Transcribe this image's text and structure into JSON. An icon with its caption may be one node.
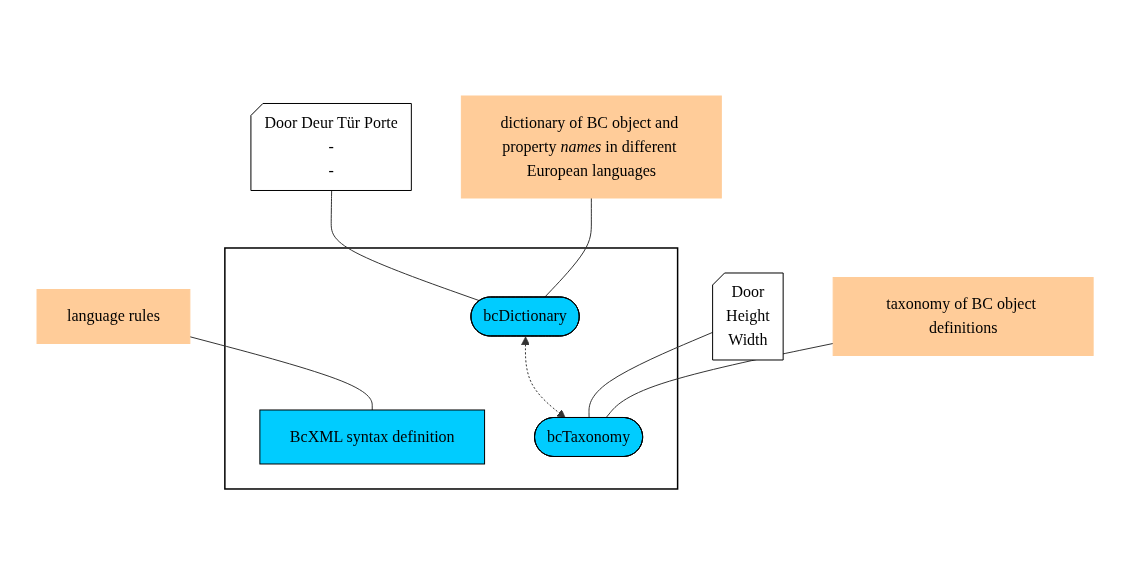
{
  "diagram": {
    "nodes": [
      {
        "text": [],
        "shape": "box"
      },
      {
        "text": [
          "dictionary of BC object and property *names* in different European languages"
        ]
      },
      {
        "text": [
          "Door Deur Tür Porte",
          "-",
          "-"
        ]
      },
      {
        "text": [
          "language rules"
        ]
      },
      {
        "text": [
          "taxonomy of BC object definitions"
        ]
      },
      {
        "text": [
          "BcXML syntax definition"
        ],
        "in": 0
      },
      {
        "text": [
          "bcDictionary"
        ],
        "in": 0
      },
      {
        "text": [
          "bcTaxonomy"
        ],
        "in": 0
      },
      {
        "text": [
          "Door",
          "Height",
          "Width"
        ]
      }
    ],
    "edges": [
      {
        "from": 1,
        "to": 6,
        "arrow": "none"
      },
      {
        "from": 2,
        "to": 6,
        "arrow": "none"
      },
      {
        "from": 3,
        "to": 5,
        "arrow": "none"
      },
      {
        "from": 4,
        "to": 7,
        "arrow": "none"
      },
      {
        "from": 8,
        "to": 7,
        "arrow": "none"
      },
      {
        "from": 6,
        "to": 7,
        "arrow": "both",
        "style": "dashed"
      }
    ]
  }
}
